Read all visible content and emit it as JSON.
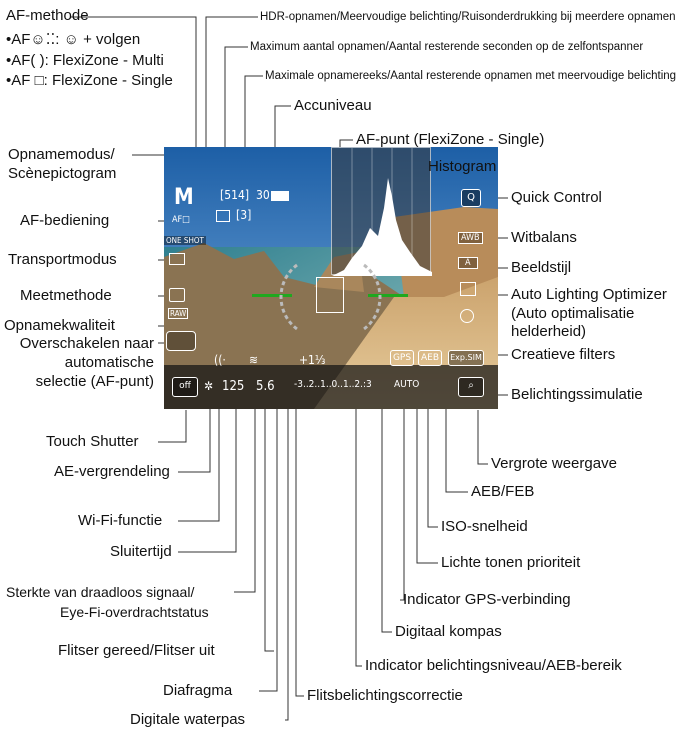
{
  "left": {
    "af_methode": "AF-methode",
    "af_opt1": "•AF☺⁚⁚: ☺ + volgen",
    "af_opt2": "•AF( ): FlexiZone - Multi",
    "af_opt3": "•AF □: FlexiZone - Single",
    "opnamemodus_1": "Opnamemodus/",
    "opnamemodus_2": "Scènepictogram",
    "af_bediening": "AF-bediening",
    "transportmodus": "Transportmodus",
    "meetmethode": "Meetmethode",
    "opnamekwaliteit": "Opnamekwaliteit",
    "overschakelen_1": "Overschakelen naar",
    "overschakelen_2": "automatische",
    "overschakelen_3": "selectie (AF-punt)",
    "touch_shutter": "Touch Shutter"
  },
  "top": {
    "hdr": "HDR-opnamen/Meervoudige belichting/Ruisonderdrukking bij meerdere opnamen",
    "max_aantal": "Maximum aantal opnamen/Aantal resterende seconden op de zelfontspanner",
    "max_reeks": "Maximale opnamereeks/Aantal resterende opnamen met meervoudige belichting",
    "accuniveau": "Accuniveau",
    "af_punt": "AF-punt (FlexiZone - Single)",
    "histogram": "Histogram"
  },
  "right": {
    "quick_control": "Quick Control",
    "witbalans": "Witbalans",
    "beeldstijl": "Beeldstijl",
    "alo_1": "Auto Lighting Optimizer",
    "alo_2": "(Auto optimalisatie",
    "alo_3": "helderheid)",
    "creatieve_filters": "Creatieve filters",
    "belichtingssimulatie": "Belichtingssimulatie"
  },
  "bottom": {
    "vergrote_weergave": "Vergrote weergave",
    "ae_vergrendeling": "AE-vergrendeling",
    "aeb_feb": "AEB/FEB",
    "wifi_functie": "Wi-Fi-functie",
    "iso_snelheid": "ISO-snelheid",
    "sluitertijd": "Sluitertijd",
    "lichte_tonen": "Lichte tonen prioriteit",
    "sterkte_1": "Sterkte van draadloos signaal/",
    "sterkte_2": "Eye-Fi-overdrachtstatus",
    "gps": "Indicator GPS-verbinding",
    "digitaal_kompas": "Digitaal kompas",
    "flitser": "Flitser gereed/Flitser uit",
    "belichtingsniveau": "Indicator belichtingsniveau/AEB-bereik",
    "diafragma": "Diafragma",
    "flitsbelichtingscorrectie": "Flitsbelichtingscorrectie",
    "digitale_waterpas": "Digitale waterpas"
  },
  "screen": {
    "mode": "M",
    "shots": "[514]",
    "timer": "30",
    "multi": "[3]",
    "af_icon": "AF□",
    "oneshot": "ONE SHOT",
    "raw": "RAW",
    "shutter": "125",
    "aperture": "5.6",
    "exposure_comp": "+1⅓",
    "scale": "-3..2..1..0..1..2.:3",
    "gps": "GPS",
    "aeb": "AEB",
    "iso": "AUTO",
    "expsim": "Exp.SIM",
    "q": "Q",
    "awb": "AWB",
    "style": "A",
    "accent": "#1fa81f"
  }
}
